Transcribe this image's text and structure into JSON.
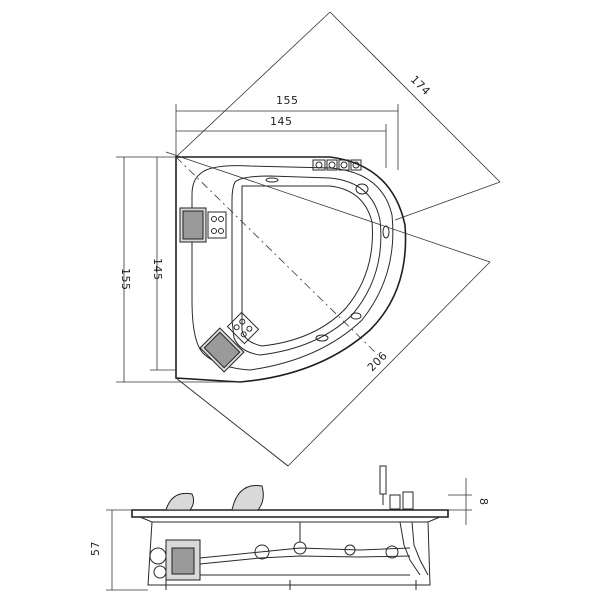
{
  "diagram": {
    "top_view": {
      "labels": {
        "overall_width": "155",
        "inner_width": "145",
        "overall_depth": "155",
        "inner_depth": "145",
        "diagonal_outer": "174",
        "diagonal_inner": "206"
      }
    },
    "side_view": {
      "labels": {
        "height": "57",
        "rim_height": "8"
      }
    }
  }
}
